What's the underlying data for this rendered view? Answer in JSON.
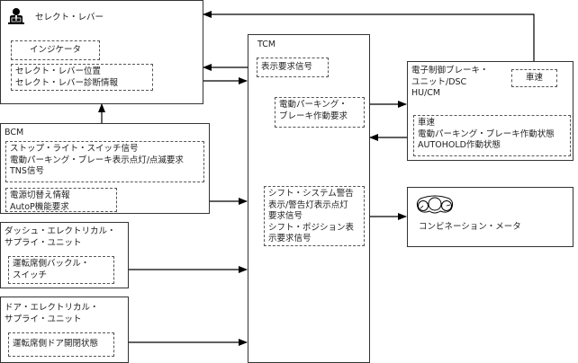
{
  "select_lever": {
    "title": "セレクト・レバー",
    "icon": "driver-icon",
    "indicator": "インジケータ",
    "signals": [
      "セレクト・レバー位置",
      "セレクト・レバー診断情報"
    ]
  },
  "bcm": {
    "title": "BCM",
    "signals_a": [
      "ストップ・ライト・スイッチ信号",
      "電動パーキング・ブレーキ表示点灯/点滅要求",
      "TNS信号"
    ],
    "signals_b": [
      "電源切替え情報",
      "AutoP機能要求"
    ]
  },
  "dash_ecu": {
    "title": [
      "ダッシュ・エレクトリカル・",
      "サプライ・ユニット"
    ],
    "signals": [
      "運転席側バックル・",
      "スイッチ"
    ]
  },
  "door_ecu": {
    "title": [
      "ドア・エレクトリカル・",
      "サプライ・ユニット"
    ],
    "signals": [
      "運転席側ドア開閉状態"
    ]
  },
  "tcm": {
    "title": "TCM",
    "display_request": "表示要求信号",
    "epb_request": [
      "電動パーキング・",
      "ブレーキ作動要求"
    ],
    "shift_signals": [
      "シフト・システム警告",
      "表示/警告灯表示点灯",
      "要求信号",
      "シフト・ポジション表",
      "示要求信号"
    ]
  },
  "brake": {
    "title": [
      "電子制御ブレーキ・",
      "ユニット/DSC",
      "HU/CM"
    ],
    "speed": "車速",
    "signals": [
      "車速",
      "電動パーキング・ブレーキ作動状態",
      "AUTOHOLD作動状態"
    ]
  },
  "meter": {
    "icon": "gauge-cluster-icon",
    "title": "コンビネーション・メータ"
  }
}
